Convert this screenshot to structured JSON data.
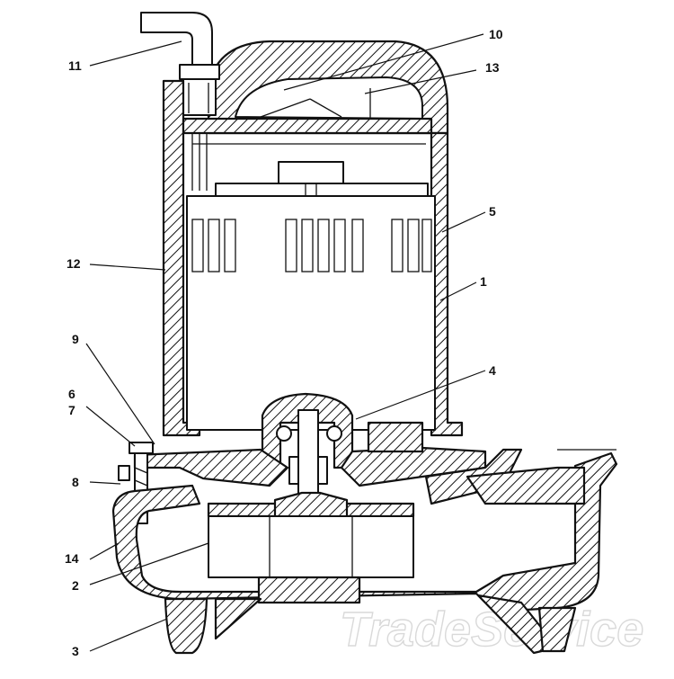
{
  "diagram": {
    "callouts": [
      {
        "id": "c11",
        "label": "11"
      },
      {
        "id": "c10",
        "label": "10"
      },
      {
        "id": "c13",
        "label": "13"
      },
      {
        "id": "c5",
        "label": "5"
      },
      {
        "id": "c12",
        "label": "12"
      },
      {
        "id": "c1",
        "label": "1"
      },
      {
        "id": "c9",
        "label": "9"
      },
      {
        "id": "c4",
        "label": "4"
      },
      {
        "id": "c6",
        "label": "6"
      },
      {
        "id": "c7",
        "label": "7"
      },
      {
        "id": "c8",
        "label": "8"
      },
      {
        "id": "c14",
        "label": "14"
      },
      {
        "id": "c2",
        "label": "2"
      },
      {
        "id": "c3",
        "label": "3"
      }
    ],
    "watermark": "TradeService",
    "colors": {
      "line": "#111111",
      "background": "#ffffff",
      "watermark": "#d9d9d9"
    }
  }
}
